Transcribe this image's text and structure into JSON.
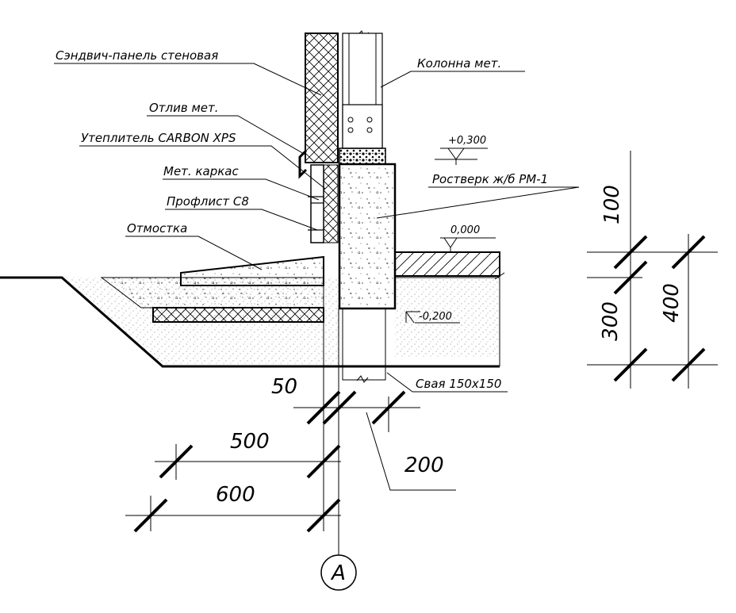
{
  "labels": {
    "sandwich_panel": "Сэндвич-панель стеновая",
    "column": "Колонна мет.",
    "flashing": "Отлив мет.",
    "insulation": "Утеплитель CARBON XPS",
    "frame": "Мет. каркас",
    "profile_sheet": "Профлист С8",
    "blind_area": "Отмостка",
    "grillage": "Ростверк ж/б РМ-1",
    "pile": "Свая 150х150"
  },
  "levels": {
    "top": "+0,300",
    "ground": "0,000",
    "bottom": "-0,200"
  },
  "dimensions": {
    "d100": "100",
    "d300": "300",
    "d400": "400",
    "d50": "50",
    "d200": "200",
    "d500": "500",
    "d600": "600"
  },
  "axis": {
    "label": "А"
  }
}
